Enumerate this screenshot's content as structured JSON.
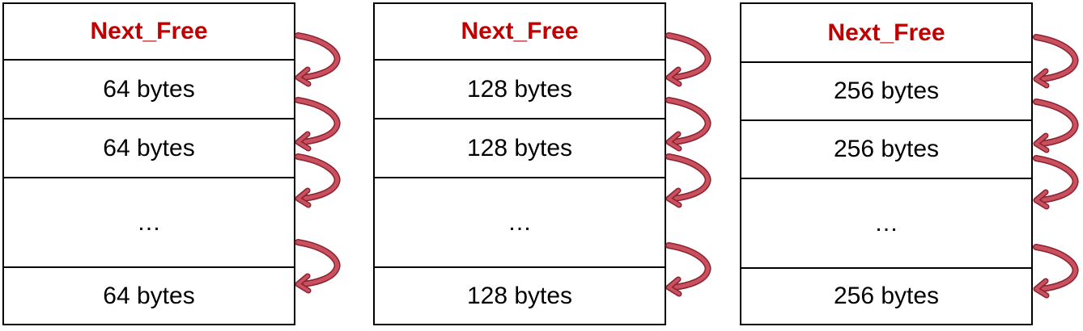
{
  "colors": {
    "header_text": "#c00000",
    "arrow": "#b8404c",
    "border": "#000000"
  },
  "pools": [
    {
      "header": "Next_Free",
      "blocks": [
        "64 bytes",
        "64 bytes",
        "…",
        "64 bytes"
      ]
    },
    {
      "header": "Next_Free",
      "blocks": [
        "128 bytes",
        "128 bytes",
        "…",
        "128 bytes"
      ]
    },
    {
      "header": "Next_Free",
      "blocks": [
        "256 bytes",
        "256 bytes",
        "…",
        "256 bytes"
      ]
    }
  ],
  "link_arrow_icon": "curved-arrow-icon"
}
